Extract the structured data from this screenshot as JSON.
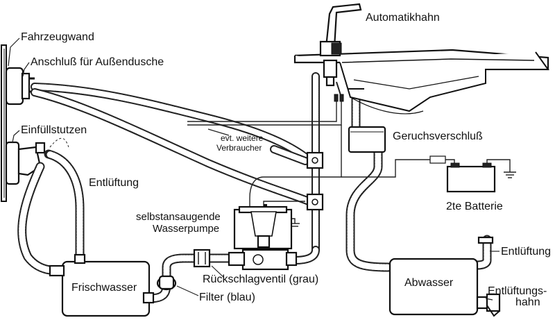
{
  "labels": {
    "fahrzeugwand": "Fahrzeugwand",
    "aussendusche": "Anschluß für Außendusche",
    "einfuellstutzen": "Einfüllstutzen",
    "entlueftung_left": "Entlüftung",
    "automatikhahn": "Automatikhahn",
    "weitere_line1": "evt. weitere",
    "weitere_line2": "Verbraucher",
    "geruchsverschluss": "Geruchsverschluß",
    "batterie": "2te Batterie",
    "pumpe_line1": "selbstansaugende",
    "pumpe_line2": "Wasserpumpe",
    "frischwasser": "Frischwasser",
    "rueckschlagventil": "Rückschlagventil (grau)",
    "filter": "Filter (blau)",
    "abwasser": "Abwasser",
    "entlueftung_right": "Entlüftung",
    "entlueftungshahn_line1": "Entlüftungs-",
    "entlueftungshahn_line2": "hahn"
  }
}
